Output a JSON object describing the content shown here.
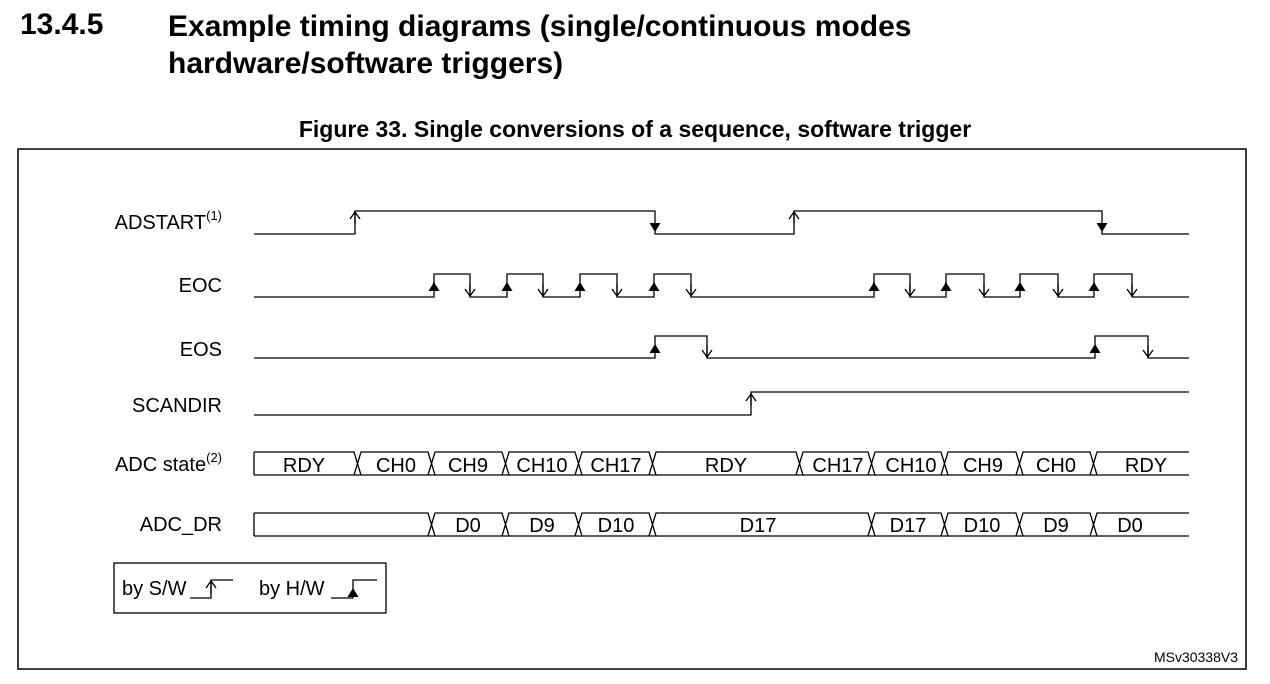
{
  "section": {
    "number": "13.4.5",
    "title_line1": "Example timing diagrams (single/continuous modes",
    "title_line2": "hardware/software triggers)"
  },
  "figure": {
    "caption": "Figure 33. Single conversions of a sequence, software trigger",
    "reference": "MSv30338V3"
  },
  "signals": {
    "adstart": {
      "label": "ADSTART",
      "sup": "(1)"
    },
    "eoc": {
      "label": "EOC"
    },
    "eos": {
      "label": "EOS"
    },
    "scandir": {
      "label": "SCANDIR"
    },
    "adc_state": {
      "label": "ADC state",
      "sup": "(2)"
    },
    "adc_dr": {
      "label": "ADC_DR"
    }
  },
  "adc_state_values": [
    "RDY",
    "CH0",
    "CH9",
    "CH10",
    "CH17",
    "RDY",
    "CH17",
    "CH10",
    "CH9",
    "CH0",
    "RDY"
  ],
  "adc_dr_values": [
    "D0",
    "D9",
    "D10",
    "D17",
    "D17",
    "D10",
    "D9",
    "D0"
  ],
  "legend": {
    "sw_label": "by S/W",
    "hw_label": "by H/W"
  }
}
